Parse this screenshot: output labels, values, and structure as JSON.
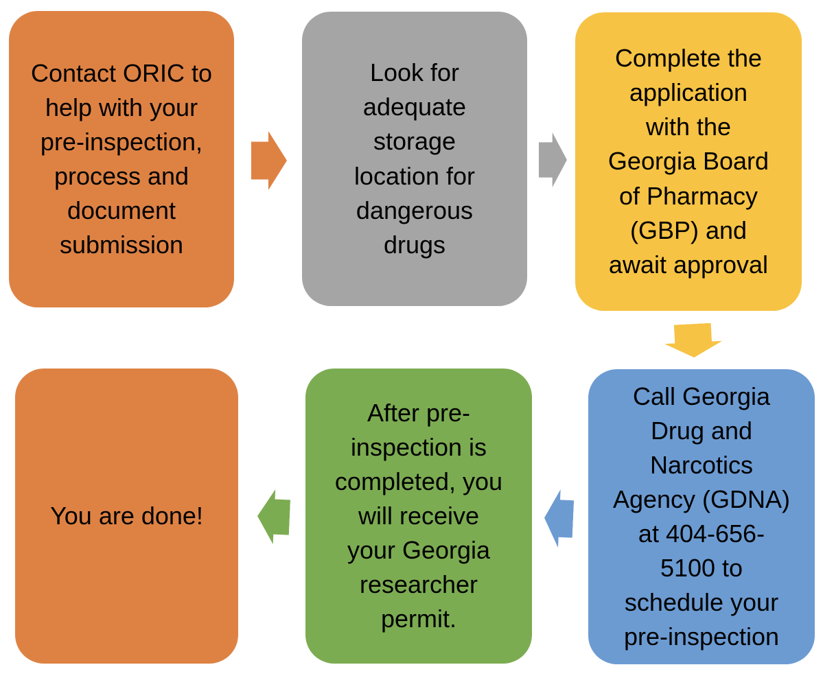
{
  "diagram": {
    "background_color": "#FFFFFF",
    "text_color": "#000000",
    "steps": [
      {
        "id": "contact-oric",
        "text": "Contact ORIC to\nhelp with your\npre-inspection,\nprocess and\ndocument\nsubmission",
        "color": "#DE8244"
      },
      {
        "id": "storage-location",
        "text": "Look for\nadequate\nstorage\nlocation for\ndangerous\ndrugs",
        "color": "#A5A5A5"
      },
      {
        "id": "gbp-application",
        "text": "Complete the\napplication\nwith the\nGeorgia Board\nof Pharmacy\n(GBP) and\nawait approval",
        "color": "#F6C344"
      },
      {
        "id": "gdna-call",
        "text": "Call Georgia\nDrug and\nNarcotics\nAgency (GDNA)\nat 404-656-\n5100 to\nschedule your\npre-inspection",
        "color": "#6C9BD2"
      },
      {
        "id": "receive-permit",
        "text": "After pre-\ninspection is\ncompleted, you\nwill receive\nyour Georgia\nresearcher\npermit.",
        "color": "#7CAC52"
      },
      {
        "id": "done",
        "text": "You are done!",
        "color": "#DE8244"
      }
    ],
    "arrows": [
      {
        "id": "arrow-1",
        "direction": "right",
        "color": "#DE8244"
      },
      {
        "id": "arrow-2",
        "direction": "right",
        "color": "#A5A5A5"
      },
      {
        "id": "arrow-3",
        "direction": "down",
        "color": "#F6C344"
      },
      {
        "id": "arrow-4",
        "direction": "left",
        "color": "#6C9BD2"
      },
      {
        "id": "arrow-5",
        "direction": "left",
        "color": "#7CAC52"
      }
    ]
  }
}
